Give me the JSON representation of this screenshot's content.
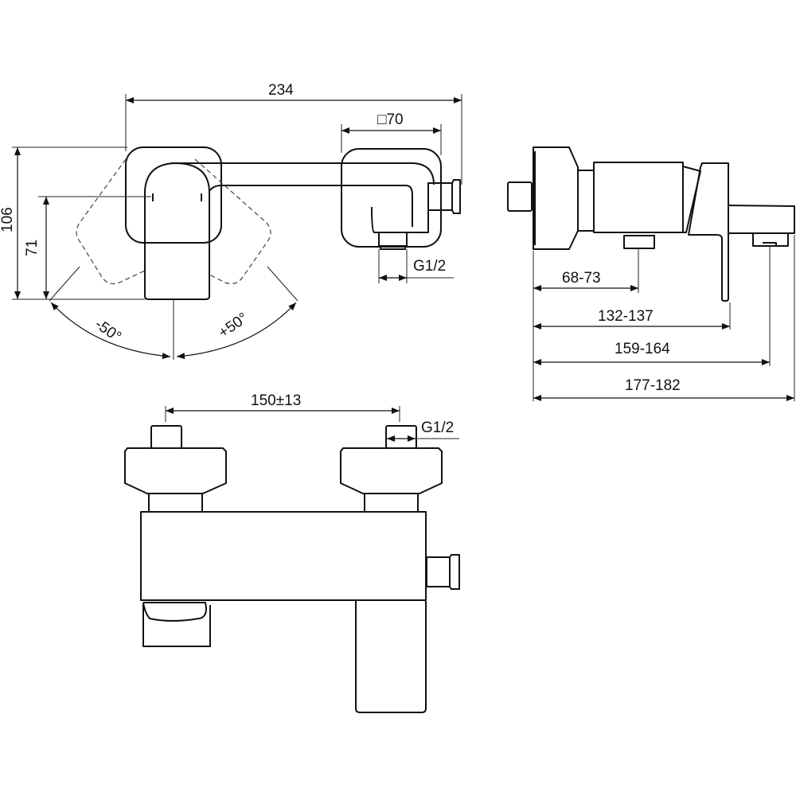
{
  "front_view": {
    "width_total": "234",
    "escutcheon_size": "□70",
    "height_total": "106",
    "height_axis": "71",
    "angle_left": "-50°",
    "angle_right": "+50°",
    "outlet_thread": "G1/2"
  },
  "side_view": {
    "dim_outlet": "68-73",
    "dim_lever": "132-137",
    "dim_spout_outlet": "159-164",
    "dim_total": "177-182"
  },
  "top_view": {
    "inlet_spacing": "150±13",
    "inlet_thread": "G1/2"
  }
}
